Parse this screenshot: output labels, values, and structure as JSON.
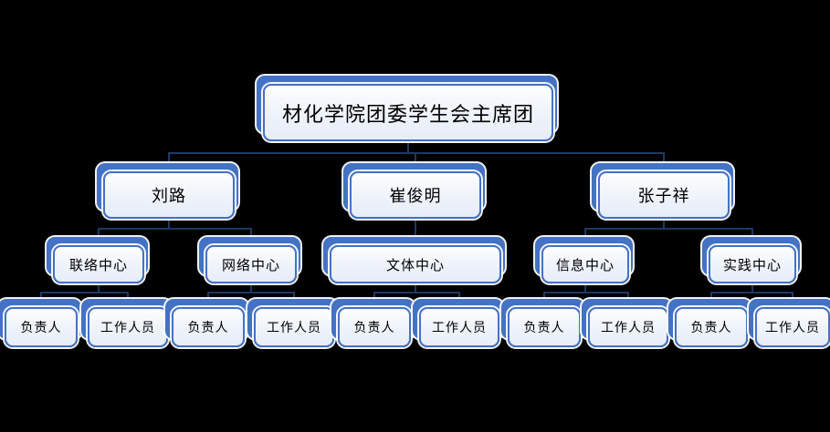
{
  "diagram": {
    "type": "org-chart",
    "background": "#000000",
    "colors": {
      "accent": "#4472C4",
      "node_fill_top": "#fdfeff",
      "node_fill_bottom": "#e7edf8",
      "node_border": "#4472C4",
      "node_halo": "#ffffff",
      "connector": "#1F3864",
      "text": "#000000"
    },
    "nodes": [
      {
        "id": "root",
        "label": "材化学院团委学生会主席团",
        "level": 1,
        "parent": null
      },
      {
        "id": "liulu",
        "label": "刘路",
        "level": 2,
        "parent": "root"
      },
      {
        "id": "cuijunming",
        "label": "崔俊明",
        "level": 2,
        "parent": "root"
      },
      {
        "id": "zhangzixiang",
        "label": "张子祥",
        "level": 2,
        "parent": "root"
      },
      {
        "id": "lianluo",
        "label": "联络中心",
        "level": 3,
        "parent": "liulu"
      },
      {
        "id": "wangluo",
        "label": "网络中心",
        "level": 3,
        "parent": "liulu"
      },
      {
        "id": "wenti",
        "label": "文体中心",
        "level": 3,
        "parent": "cuijunming"
      },
      {
        "id": "xinxi",
        "label": "信息中心",
        "level": 3,
        "parent": "zhangzixiang"
      },
      {
        "id": "shijian",
        "label": "实践中心",
        "level": 3,
        "parent": "zhangzixiang"
      },
      {
        "id": "lianluo-fzr",
        "label": "负责人",
        "level": 4,
        "parent": "lianluo"
      },
      {
        "id": "lianluo-gzr",
        "label": "工作人员",
        "level": 4,
        "parent": "lianluo"
      },
      {
        "id": "wangluo-fzr",
        "label": "负责人",
        "level": 4,
        "parent": "wangluo"
      },
      {
        "id": "wangluo-gzr",
        "label": "工作人员",
        "level": 4,
        "parent": "wangluo"
      },
      {
        "id": "wenti-fzr",
        "label": "负责人",
        "level": 4,
        "parent": "wenti"
      },
      {
        "id": "wenti-gzr",
        "label": "工作人员",
        "level": 4,
        "parent": "wenti"
      },
      {
        "id": "xinxi-fzr",
        "label": "负责人",
        "level": 4,
        "parent": "xinxi"
      },
      {
        "id": "xinxi-gzr",
        "label": "工作人员",
        "level": 4,
        "parent": "xinxi"
      },
      {
        "id": "shijian-fzr",
        "label": "负责人",
        "level": 4,
        "parent": "shijian"
      },
      {
        "id": "shijian-gzr",
        "label": "工作人员",
        "level": 4,
        "parent": "shijian"
      }
    ]
  }
}
